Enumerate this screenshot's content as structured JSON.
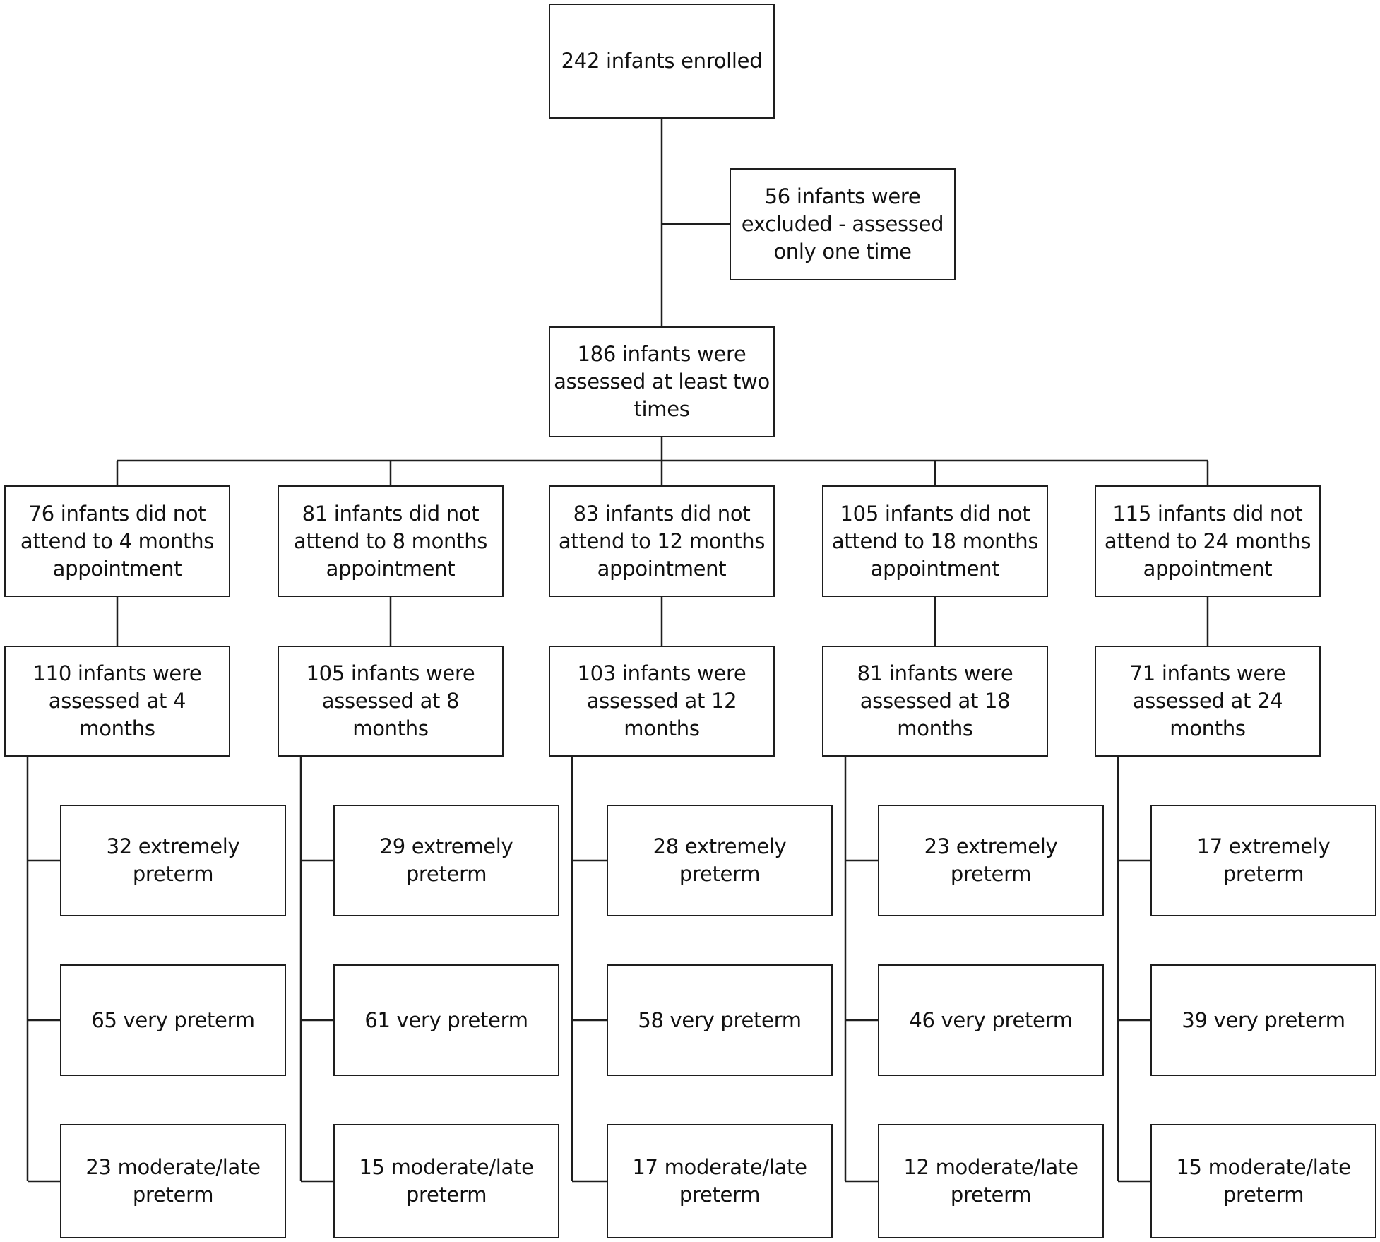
{
  "flowchart": {
    "enrolled": "242 infants enrolled",
    "excluded": "56 infants were\nexcluded - assessed\nonly one time",
    "assessed_two": "186 infants were\nassessed at least two\ntimes",
    "columns": [
      {
        "not_attend": "76 infants did not\nattend to 4 months\nappointment",
        "assessed": "110 infants were\nassessed at 4\nmonths",
        "extremely": "32 extremely\npreterm",
        "very": "65 very preterm",
        "moderate": "23 moderate/late\npreterm"
      },
      {
        "not_attend": "81 infants did not\nattend to 8 months\nappointment",
        "assessed": "105 infants were\nassessed at 8\nmonths",
        "extremely": "29 extremely\npreterm",
        "very": "61 very preterm",
        "moderate": "15 moderate/late\npreterm"
      },
      {
        "not_attend": "83 infants did not\nattend to 12 months\nappointment",
        "assessed": "103 infants were\nassessed at 12\nmonths",
        "extremely": "28 extremely\npreterm",
        "very": "58 very preterm",
        "moderate": "17 moderate/late\npreterm"
      },
      {
        "not_attend": "105 infants did not\nattend to 18 months\nappointment",
        "assessed": "81 infants were\nassessed at 18\nmonths",
        "extremely": "23 extremely\npreterm",
        "very": "46 very preterm",
        "moderate": "12 moderate/late\npreterm"
      },
      {
        "not_attend": "115 infants did not\nattend to 24 months\nappointment",
        "assessed": "71 infants were\nassessed at 24\nmonths",
        "extremely": "17 extremely\npreterm",
        "very": "39 very preterm",
        "moderate": "15 moderate/late\npreterm"
      }
    ]
  }
}
